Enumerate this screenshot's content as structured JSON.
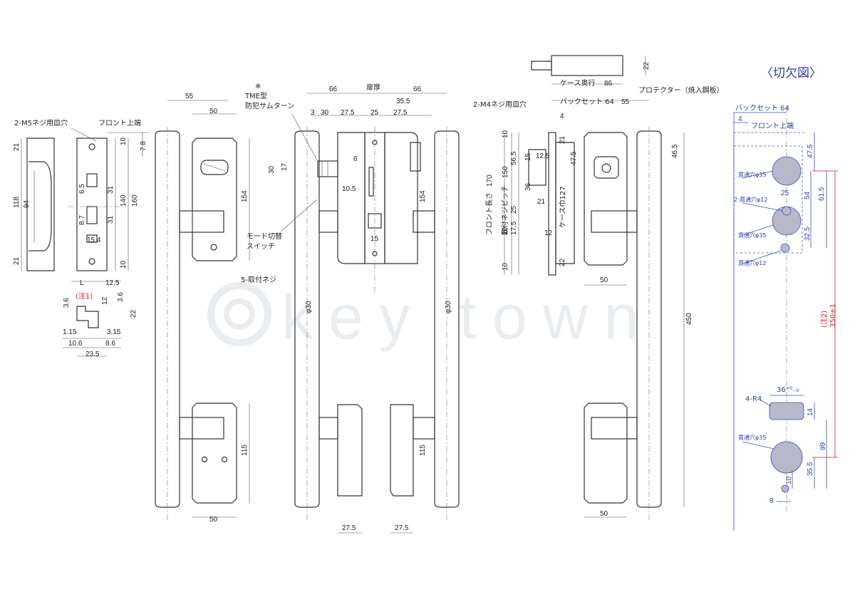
{
  "watermark": "key town",
  "cutout_title": "〈切欠図〉",
  "labels": {
    "screw_hole_m5": "2-M5ネジ用皿穴",
    "front_top_left": "フロント上端",
    "note1": "(注1)",
    "L": "L",
    "tme_mark": "※",
    "tme_type": "TME型",
    "tme_turn": "防犯サムターン",
    "mode_switch_1": "モード切替",
    "mode_switch_2": "スイッチ",
    "mount_screw": "5-取付ネジ",
    "door_thickness": "扉厚",
    "screw_hole_m4": "2-M4ネジ用皿穴",
    "backset_64": "バックセット 64",
    "case_depth": "ケース奥行",
    "protector": "プロテクター（焼入鋼板）",
    "front_length": "フロント長さ",
    "mount_pitch": "取付ネジピッチ",
    "case_fuku": "ケース巾127",
    "cut_backset": "バックセット 64",
    "cut_front_top": "フロント上端",
    "hole35_a": "貫通穴φ35",
    "hole12_2": "2-貫通穴φ12",
    "hole35_b": "貫通穴φ35",
    "hole12_c": "貫通穴φ12",
    "r4": "4-R4",
    "hole35_d": "貫通穴φ35",
    "note2": "(注2)",
    "len350": "350±1",
    "dim36": "36⁺⁰₋₀"
  },
  "dims": {
    "d21a": "21",
    "d94": "94",
    "d118": "118",
    "d21b": "21",
    "d65": "6.5",
    "d87": "8.7",
    "d154a": "15.4",
    "d31a": "31",
    "d31b": "31",
    "d140": "140",
    "d160": "160",
    "d10a": "10",
    "d10b": "10",
    "d78": "7.8",
    "d125": "12.5",
    "d36a": "3.6",
    "d12": "12",
    "d36b": "3.6",
    "d22": "22",
    "d115": "1.15",
    "d315": "3.15",
    "d106": "10.6",
    "d86": "8.6",
    "d235": "23.5",
    "d55": "55",
    "d50a": "50",
    "d154b": "154",
    "d115b": "115",
    "d50b": "50",
    "d66a": "66",
    "d3": "3",
    "d30a": "30",
    "d275a": "27.5",
    "d25": "25",
    "d355": "35.5",
    "d275b": "27.5",
    "d66b": "66",
    "d30b": "30",
    "d17": "17",
    "d6": "6",
    "d105": "10.5",
    "d15": "15",
    "d154c": "154",
    "d115c": "115",
    "dphi30a": "φ30",
    "dphi30b": "φ30",
    "d275c": "27.5",
    "d275d": "27.5",
    "d22c": "22",
    "d86c": "86",
    "d4": "4",
    "d55b": "55",
    "d21c": "21",
    "d125b": "12.5",
    "d475": "47.5",
    "d465": "46.5",
    "d170": "170",
    "d150": "150",
    "d565": "56.5",
    "d15b": "15",
    "d36c": "36",
    "d25b": "25",
    "d175": "17.5",
    "d20": "20",
    "d21d": "21",
    "d12b": "12",
    "d10c": "10",
    "d10d": "10",
    "d22d": "22",
    "d50c": "50",
    "d450": "450",
    "d50d": "50",
    "c4": "4",
    "c475": "47.5",
    "c25": "25",
    "c54": "54",
    "c615": "61.5",
    "c325": "32.5",
    "c14": "14",
    "c99": "99",
    "c10": "10",
    "c355": "35.5",
    "c8": "8"
  }
}
